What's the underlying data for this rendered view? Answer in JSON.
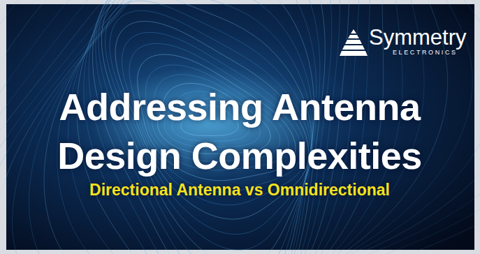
{
  "diagram": {
    "title": "Addressing Antenna Design Complexities",
    "labels": [
      "Symmetry",
      "ELECTRONICS",
      "Directional Antenna vs Omnidirectional"
    ]
  }
}
